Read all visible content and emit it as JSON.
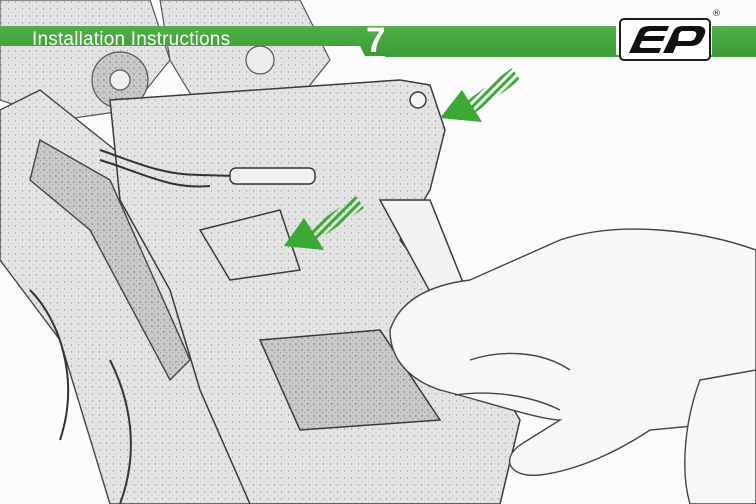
{
  "header": {
    "title": "Installation Instructions",
    "step_number": "7",
    "registered_mark": "®",
    "accent_color": "#3ea23a"
  },
  "logo": {
    "icon": "ep-logo-icon"
  },
  "illustration": {
    "subject": "pencil-sketch-motorcycle-bracket",
    "arrow_color": "#3aaa35",
    "arrow_count": 2
  }
}
